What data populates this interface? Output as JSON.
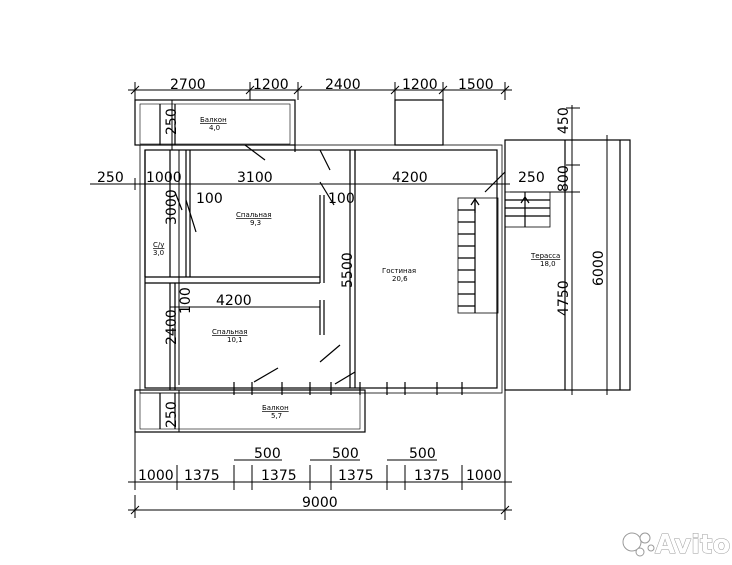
{
  "dimensions": {
    "top_row": [
      "2700",
      "1200",
      "2400",
      "1200",
      "1500"
    ],
    "bottom_row": [
      "1000",
      "1375",
      "1375",
      "1375",
      "1375",
      "1000"
    ],
    "bottom_gaps": [
      "500",
      "500",
      "500"
    ],
    "total_width": "9000",
    "left_250": "250",
    "left_1000": "1000",
    "inner_3100": "3100",
    "inner_4200_top": "4200",
    "inner_250_right": "250",
    "inner_100_a": "100",
    "inner_100_b": "100",
    "inner_100_c": "100",
    "inner_4200_mid": "4200",
    "vert_3000": "3000",
    "vert_2400": "2400",
    "vert_250_top": "250",
    "vert_250_bottom": "250",
    "vert_5500": "5500",
    "right_450": "450",
    "right_800": "800",
    "right_4750": "4750",
    "right_6000": "6000"
  },
  "rooms": {
    "balcony_top": {
      "name": "Балкон",
      "area": "4,0"
    },
    "bedroom_top": {
      "name": "Спальная",
      "area": "9,3"
    },
    "bathroom": {
      "name": "С/у",
      "area": "3,0"
    },
    "bedroom_bottom": {
      "name": "Спальная",
      "area": "10,1"
    },
    "living": {
      "name": "Гостиная",
      "area": "20,6"
    },
    "terrace": {
      "name": "Терасса",
      "area": "18,0"
    },
    "balcony_bottom": {
      "name": "Балкон",
      "area": "5,7"
    }
  },
  "watermark": {
    "brand": "Avito"
  },
  "colors": {
    "line": "#000000",
    "background": "#ffffff",
    "watermark": "#ffffff"
  }
}
